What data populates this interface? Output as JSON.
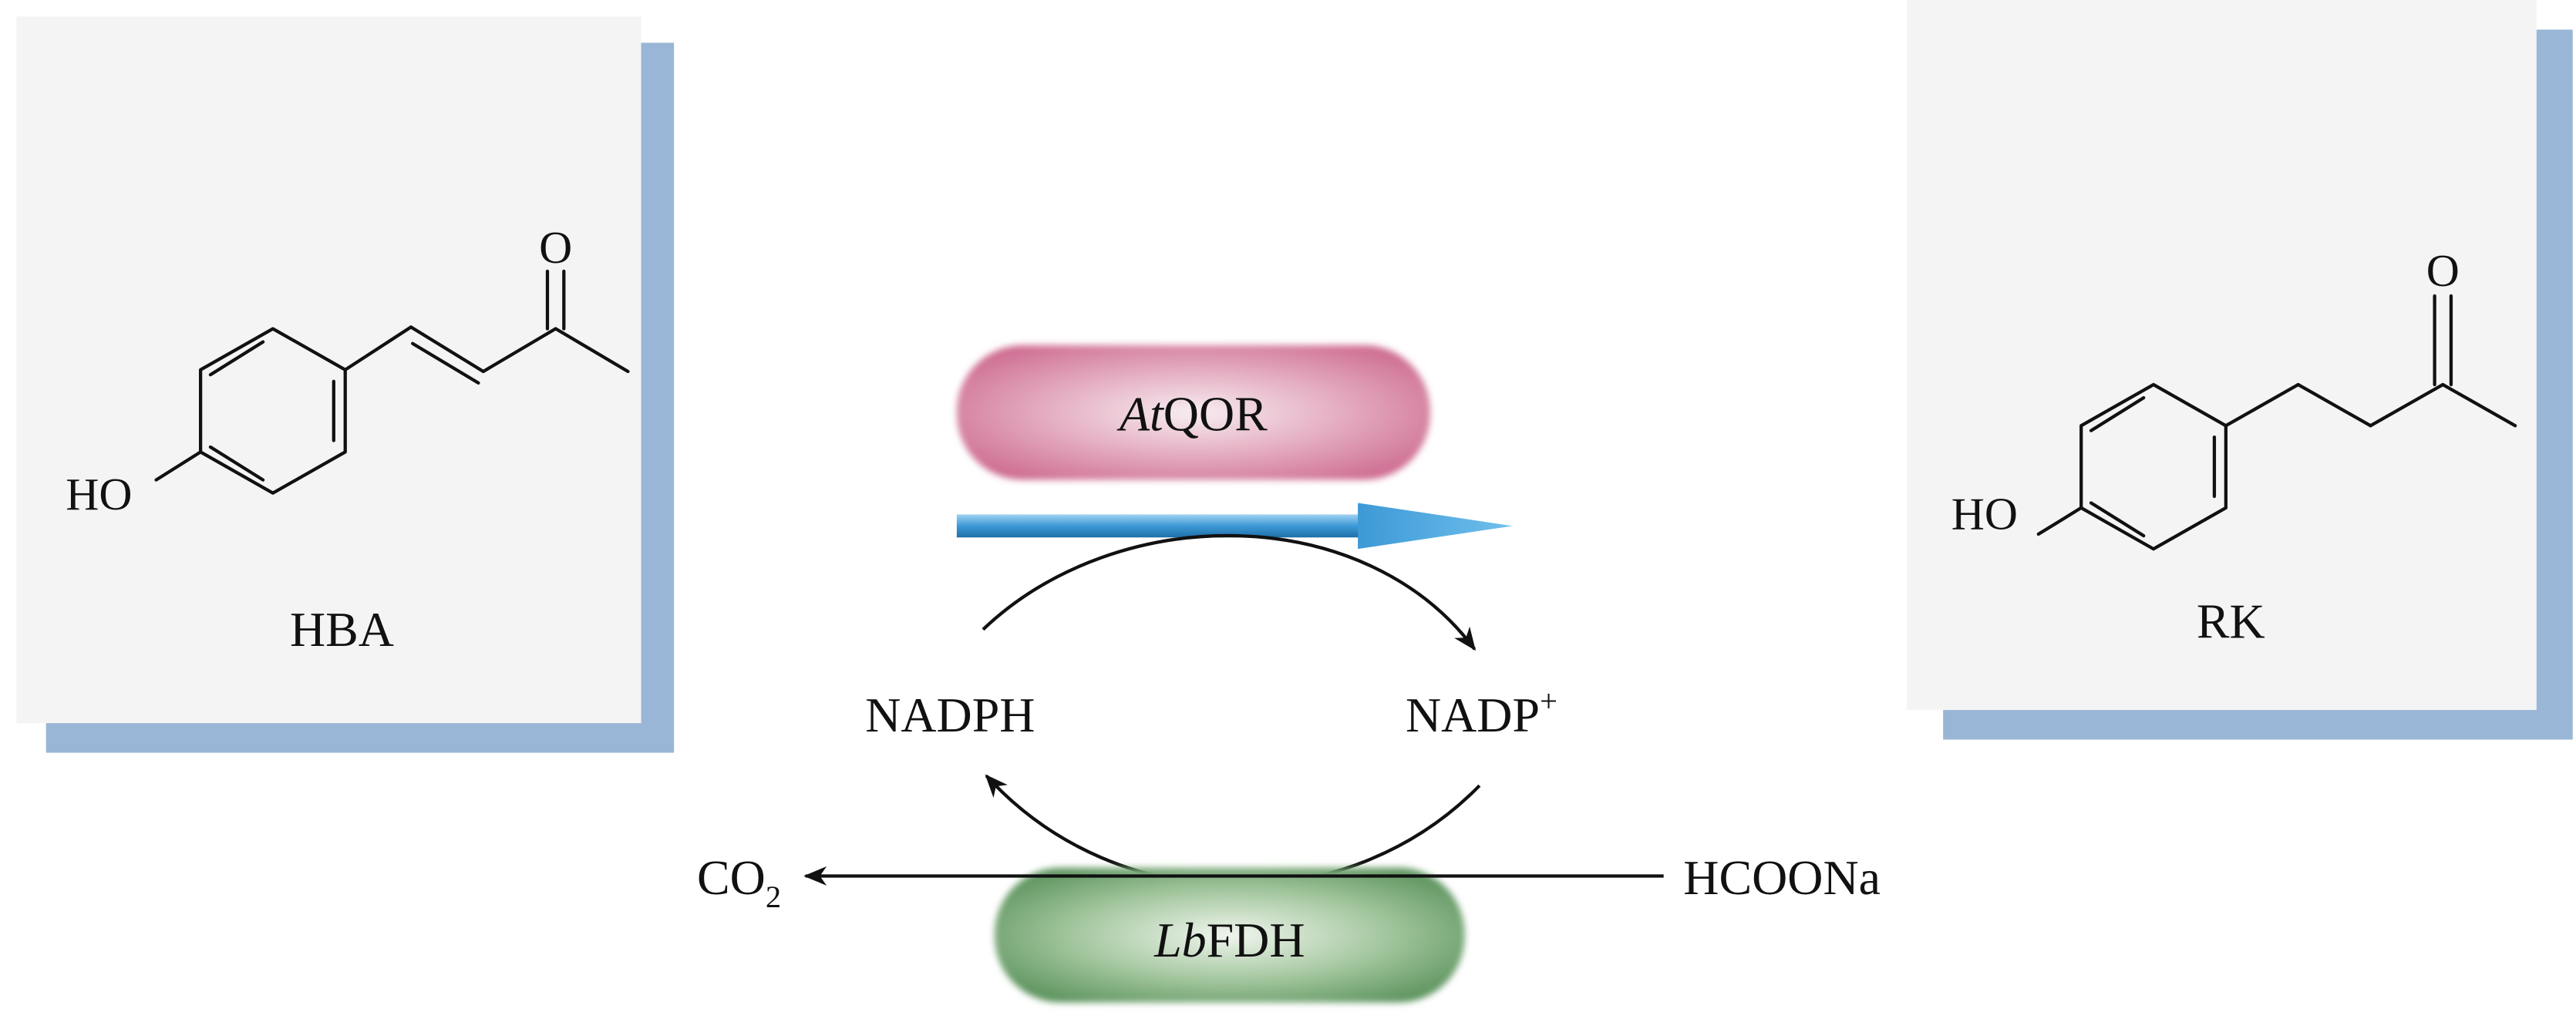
{
  "colors": {
    "panel_fill": "#f4f4f4",
    "panel_shadow": "#9ab6d6",
    "reaction_arrow": "#3d99d6",
    "qor_enzyme": "#d98aa8",
    "fdh_enzyme": "#7fac7a",
    "line": "#111111"
  },
  "substrate": {
    "label": "HBA",
    "hydroxyl": "HO",
    "carbonyl_oxygen": "O"
  },
  "product": {
    "label": "RK",
    "hydroxyl": "HO",
    "carbonyl_oxygen": "O"
  },
  "enzymes": {
    "reductase": {
      "italic": "At",
      "rest": "QOR"
    },
    "dehydrogenase": {
      "italic": "Lb",
      "rest": "FDH"
    }
  },
  "cofactors": {
    "reduced": "NADPH",
    "oxidized_base": "NADP",
    "oxidized_charge": "+"
  },
  "regeneration": {
    "donor": "HCOONa",
    "byproduct_base": "CO",
    "byproduct_subscript": "2"
  }
}
